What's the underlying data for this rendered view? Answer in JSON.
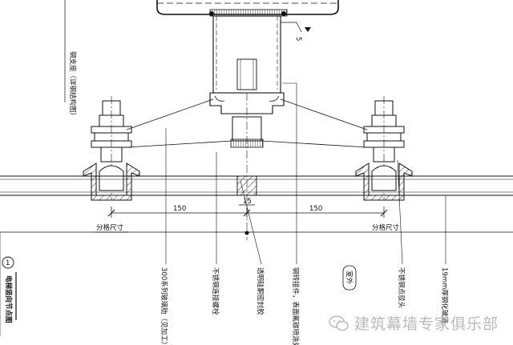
{
  "dimensions": {
    "span_left": "150",
    "span_right": "150",
    "gap_small": "15",
    "grid_left": "分格尺寸",
    "grid_right": "分格尺寸",
    "slope_value": "5"
  },
  "labels": {
    "steel_structure": "钢支座（详钢结构图）",
    "fin_glass": "300系列玻璃肋（见加工）",
    "bolt_connector": "不锈钢连接螺栓",
    "sealant": "透明硅酮密封胶",
    "steel_embed": "钢转接件，表面氟碳喷涂处理",
    "spider_fitting": "不锈钢点驳头",
    "glass_panel": "19mm厚钢化玻璃",
    "exterior": "室外"
  },
  "title": {
    "number": "1",
    "text": "电梯竖向节点图"
  },
  "watermark": {
    "text": "建筑幕墙专家俱乐部",
    "icon": "wechat-icon"
  }
}
